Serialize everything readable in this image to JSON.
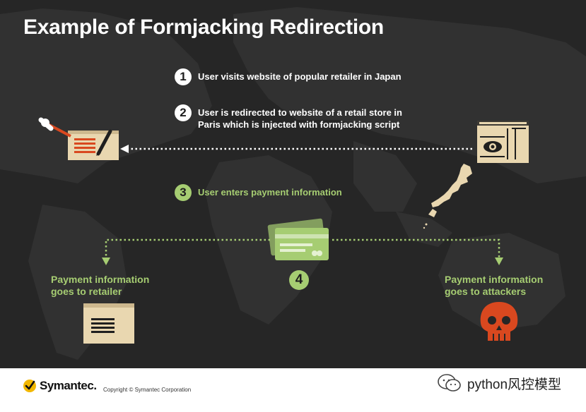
{
  "title": "Example of Formjacking Redirection",
  "steps": [
    {
      "number": "1",
      "text": "User visits website of popular retailer in Japan"
    },
    {
      "number": "2",
      "text_line1": "User is redirected to website of a retail store in",
      "text_line2": "Paris which is injected with formjacking script"
    },
    {
      "number": "3",
      "text": "User enters payment information"
    },
    {
      "number": "4"
    }
  ],
  "left_outcome": {
    "line1": "Payment information",
    "line2": "goes to retailer"
  },
  "right_outcome": {
    "line1": "Payment information",
    "line2": "goes to attackers"
  },
  "footer": {
    "brand": "Symantec.",
    "copyright": "Copyright © Symantec Corporation",
    "watermark": "python风控模型"
  },
  "colors": {
    "background": "#262626",
    "map": "#323232",
    "accent_green": "#a6cd72",
    "panel_tan": "#e9d7b0",
    "skull_orange": "#d9481f",
    "form_red": "#d9481f",
    "brand_yellow": "#f2b700"
  },
  "icons": [
    "injected-form-icon",
    "syringe-icon",
    "pen-icon",
    "website-eye-icon",
    "japan-map-icon",
    "credit-cards-icon",
    "retailer-document-icon",
    "skull-icon",
    "symantec-check-icon",
    "wechat-icon"
  ]
}
